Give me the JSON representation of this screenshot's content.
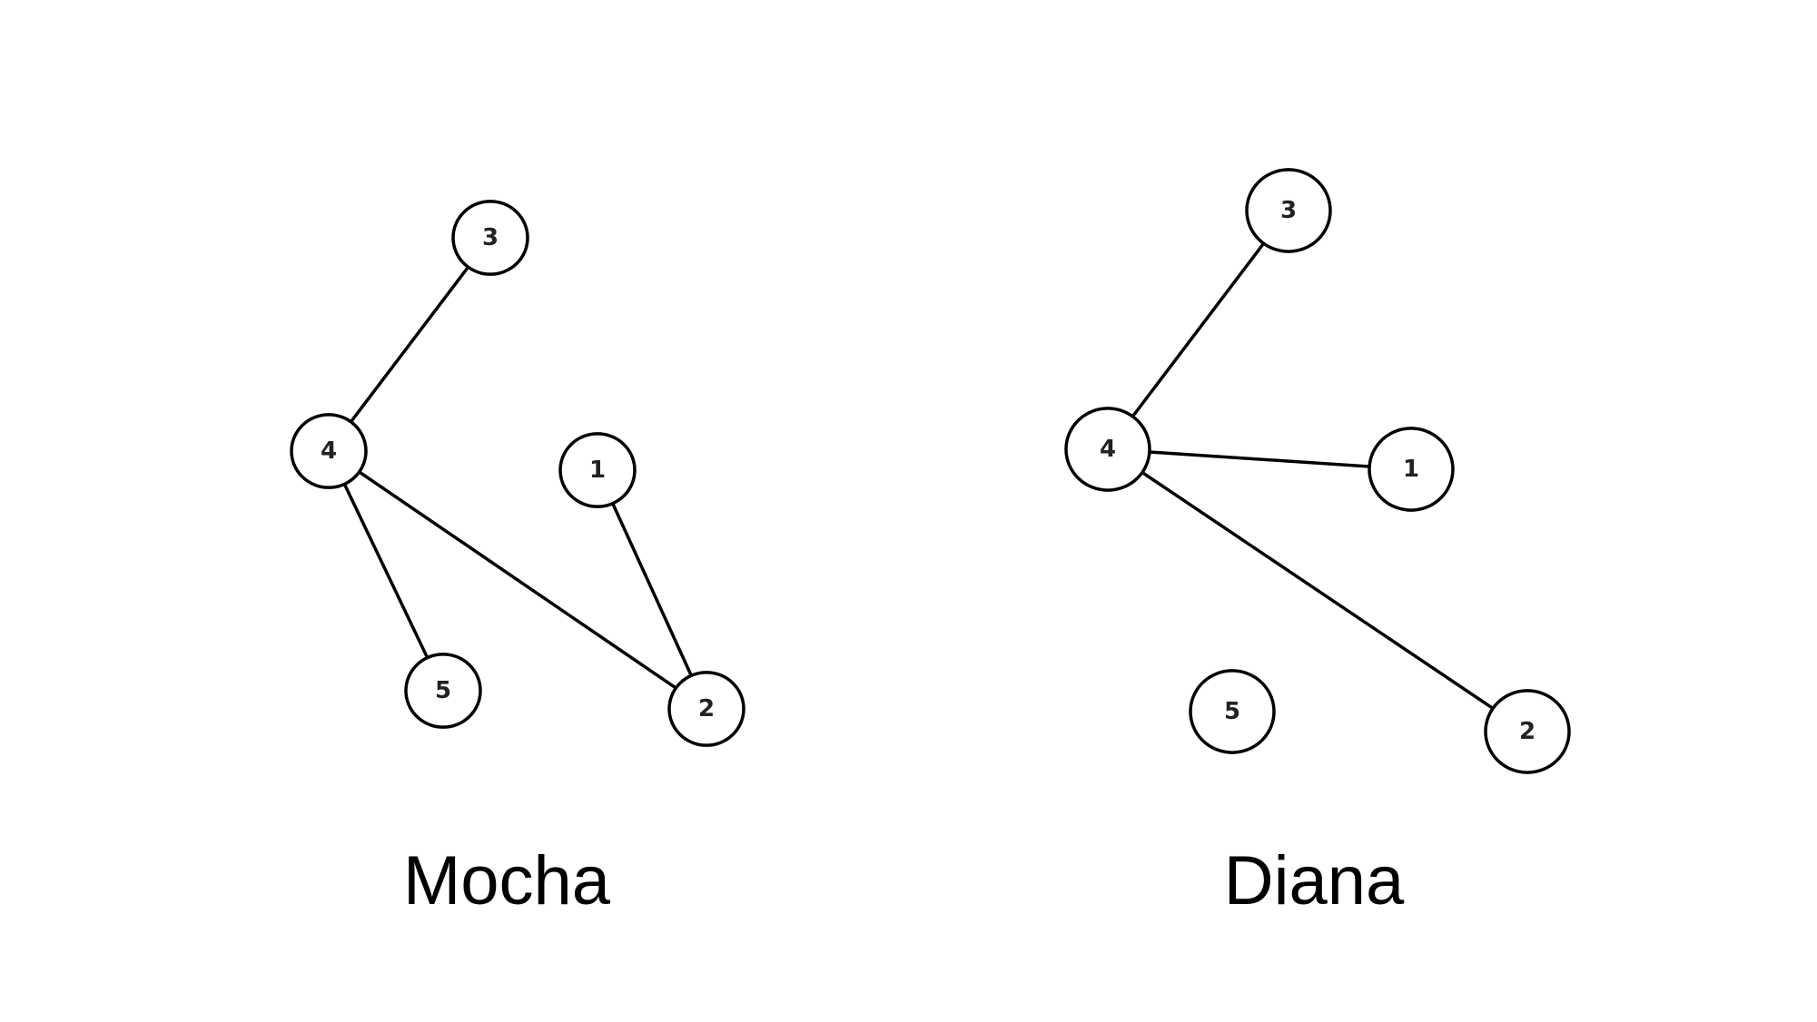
{
  "graphs": [
    {
      "title": "Mocha",
      "nodes": [
        "1",
        "2",
        "3",
        "4",
        "5"
      ],
      "edges": [
        [
          "3",
          "4"
        ],
        [
          "4",
          "5"
        ],
        [
          "4",
          "2"
        ],
        [
          "1",
          "2"
        ]
      ]
    },
    {
      "title": "Diana",
      "nodes": [
        "1",
        "2",
        "3",
        "4",
        "5"
      ],
      "edges": [
        [
          "3",
          "4"
        ],
        [
          "4",
          "1"
        ],
        [
          "4",
          "2"
        ]
      ]
    }
  ]
}
